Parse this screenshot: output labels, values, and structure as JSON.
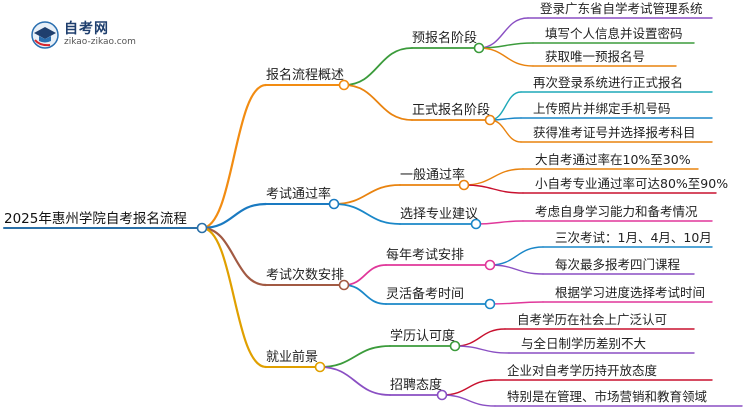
{
  "logo": {
    "name": "自考网",
    "url": "zikao-zikao.com"
  },
  "colors": {
    "root": "#2a70a8",
    "branch0": "#f28c12",
    "branch1": "#1a7ac1",
    "branch2": "#a25a43",
    "branch3": "#e0a000",
    "sub_green": "#3b9b3b",
    "sub_orange": "#e9830f",
    "sub_red": "#c8102e",
    "sub_blue": "#1a87c8",
    "sub_magenta": "#e0379a",
    "sub_purple": "#8a4fc3",
    "sub_teal": "#1fa9b8"
  },
  "mindmap": {
    "root": "2025年惠州学院自考报名流程",
    "branches": [
      {
        "label": "报名流程概述",
        "children": [
          {
            "label": "预报名阶段",
            "items": [
              "登录广东省自学考试管理系统",
              "填写个人信息并设置密码",
              "获取唯一预报名号"
            ]
          },
          {
            "label": "正式报名阶段",
            "items": [
              "再次登录系统进行正式报名",
              "上传照片并绑定手机号码",
              "获得准考证号并选择报考科目"
            ]
          }
        ]
      },
      {
        "label": "考试通过率",
        "children": [
          {
            "label": "一般通过率",
            "items": [
              "大自考通过率在10%至30%",
              "小自考专业通过率可达80%至90%"
            ]
          },
          {
            "label": "选择专业建议",
            "items": [
              "考虑自身学习能力和备考情况"
            ]
          }
        ]
      },
      {
        "label": "考试次数安排",
        "children": [
          {
            "label": "每年考试安排",
            "items": [
              "三次考试：1月、4月、10月",
              "每次最多报考四门课程"
            ]
          },
          {
            "label": "灵活备考时间",
            "items": [
              "根据学习进度选择考试时间"
            ]
          }
        ]
      },
      {
        "label": "就业前景",
        "children": [
          {
            "label": "学历认可度",
            "items": [
              "自考学历在社会上广泛认可",
              "与全日制学历差别不大"
            ]
          },
          {
            "label": "招聘态度",
            "items": [
              "企业对自考学历持开放态度",
              "特别是在管理、市场营销和教育领域"
            ]
          }
        ]
      }
    ]
  }
}
